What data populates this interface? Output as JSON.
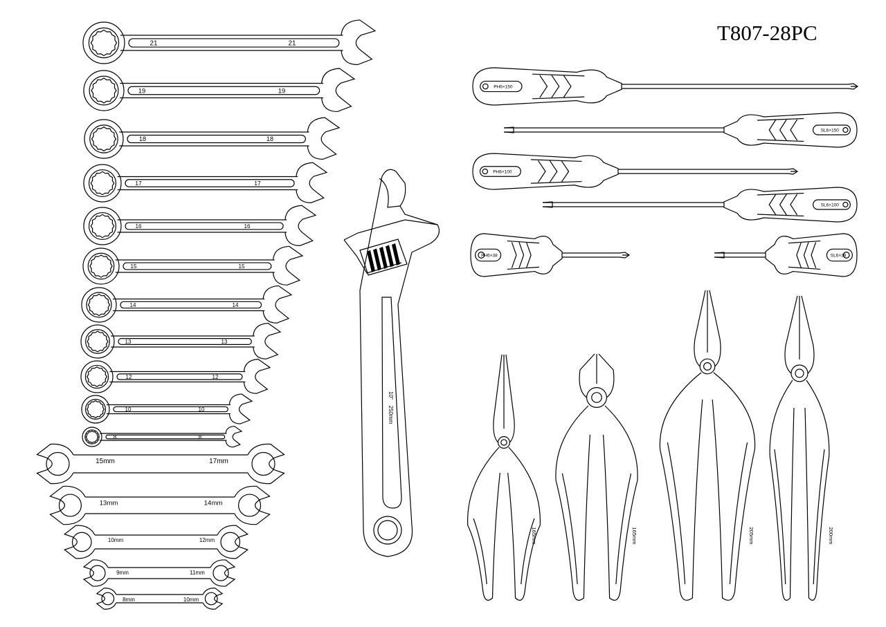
{
  "title": "T807-28PC",
  "combination_wrenches": [
    "21",
    "19",
    "18",
    "17",
    "16",
    "15",
    "14",
    "13",
    "12",
    "10",
    "8"
  ],
  "open_end_wrenches": [
    {
      "left": "15mm",
      "right": "17mm"
    },
    {
      "left": "13mm",
      "right": "14mm"
    },
    {
      "left": "10mm",
      "right": "12mm"
    },
    {
      "left": "9mm",
      "right": "11mm"
    },
    {
      "left": "8mm",
      "right": "10mm"
    }
  ],
  "adjustable_wrench": {
    "size_inch": "10\"",
    "size_mm": "250mm"
  },
  "screwdrivers": [
    "PH6×150",
    "SL6×150",
    "PH6×100",
    "SL6×100",
    "PH6×38",
    "SL6×38"
  ],
  "pliers": [
    "165mm",
    "165mm",
    "205mm",
    "200mm"
  ],
  "colors": {
    "line": "#000000",
    "background": "#ffffff"
  }
}
